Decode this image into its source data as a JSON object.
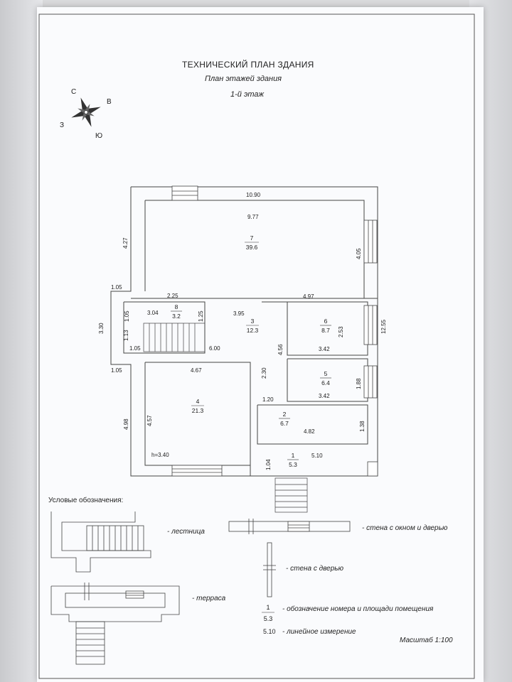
{
  "header": {
    "title": "ТЕХНИЧЕСКИЙ ПЛАН ЗДАНИЯ",
    "subtitle": "План этажей здания",
    "floor": "1-й этаж"
  },
  "compass": {
    "n": "С",
    "e": "В",
    "s": "Ю",
    "w": "З"
  },
  "dimensions": {
    "top_outer": "10.90",
    "top_inner": "9.77",
    "left_upper": "4.27",
    "r7_right": "4.05",
    "right_total": "12.55",
    "c1": "1.05",
    "c2": "2.25",
    "c3": "3.04",
    "c4": "1.05",
    "c5": "1.25",
    "c6": "3.95",
    "c7": "4.97",
    "c8": "3.30",
    "c9": "1.13",
    "c10": "1.05",
    "c11": "6.00",
    "c12": "2.53",
    "c13": "3.42",
    "c14": "4.56",
    "c15": "1.05",
    "c16": "4.67",
    "c17": "2.30",
    "c18": "1.88",
    "c19": "3.42",
    "c20": "1.20",
    "c21": "4.98",
    "c22": "4.57",
    "c23": "1.38",
    "c24": "4.82",
    "c25": "1.04",
    "c26": "5.10",
    "height": "h=3.40"
  },
  "rooms": [
    {
      "num": "7",
      "area": "39.6"
    },
    {
      "num": "8",
      "area": "3.2"
    },
    {
      "num": "3",
      "area": "12.3"
    },
    {
      "num": "6",
      "area": "8.7"
    },
    {
      "num": "5",
      "area": "6.4"
    },
    {
      "num": "4",
      "area": "21.3"
    },
    {
      "num": "2",
      "area": "6.7"
    },
    {
      "num": "1",
      "area": "5.3"
    }
  ],
  "legend": {
    "title": "Условые обозначения:",
    "stairs": "- лестница",
    "window_door": "- стена с окном и дверью",
    "door": "- стена с дверью",
    "terrace": "- терраса",
    "room_marker": "- обозначение номера и площади помещения",
    "sample_num": "1",
    "sample_area": "5.3",
    "sample_dim": "5.10",
    "linear": "- линейное измерение"
  },
  "scale": "Масштаб 1:100"
}
